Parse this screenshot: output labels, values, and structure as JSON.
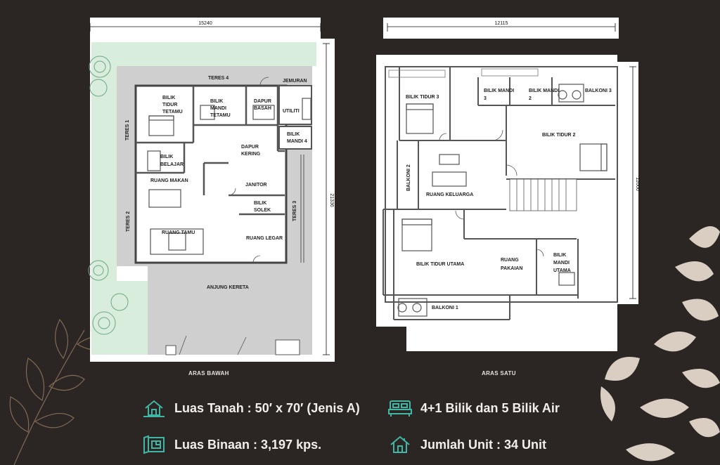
{
  "colors": {
    "background": "#2b2624",
    "accent": "#3fb7a4",
    "wall": "#555555",
    "floor_gray": "#cfcfcf",
    "garden": "#d8eddc"
  },
  "ground_floor": {
    "label": "ARAS BAWAH",
    "dim_width": "15240",
    "dim_height": "21336",
    "rooms": {
      "teres4": "TERES 4",
      "jemuran": "JEMURAN",
      "bilik_tidur_tetamu_1": "BILIK",
      "bilik_tidur_tetamu_2": "TIDUR",
      "bilik_tidur_tetamu_3": "TETAMU",
      "bilik_mandi_tetamu_1": "BILIK",
      "bilik_mandi_tetamu_2": "MANDI",
      "bilik_mandi_tetamu_3": "TETAMU",
      "dapur_basah_1": "DAPUR",
      "dapur_basah_2": "BASAH",
      "utiliti": "UTILITI",
      "teres1": "TERES 1",
      "bilik_mandi4_1": "BILIK",
      "bilik_mandi4_2": "MANDI 4",
      "dapur_kering_1": "DAPUR",
      "dapur_kering_2": "KERING",
      "bilik_belajar_1": "BILIK",
      "bilik_belajar_2": "BELAJAR",
      "janitor": "JANITOR",
      "ruang_makan": "RUANG MAKAN",
      "bilik_solek_1": "BILIK",
      "bilik_solek_2": "SOLEK",
      "teres3": "TERES 3",
      "teres2": "TERES 2",
      "ruang_tamu": "RUANG TAMU",
      "ruang_legar": "RUANG LEGAR",
      "anjung_kereta": "ANJUNG KERETA"
    }
  },
  "first_floor": {
    "label": "ARAS SATU",
    "dim_width": "12115",
    "dim_height": "12000",
    "rooms": {
      "bilik_tidur3": "BILIK TIDUR 3",
      "bilik_mandi3_1": "BILIK MANDI",
      "bilik_mandi3_2": "3",
      "bilik_mandi2_1": "BILIK MANDI",
      "bilik_mandi2_2": "2",
      "balkoni3": "BALKONI 3",
      "bilik_tidur2": "BILIK TIDUR 2",
      "balkoni2": "BALKONI 2",
      "ruang_keluarga": "RUANG KELUARGA",
      "bilik_tidur_utama": "BILIK TIDUR UTAMA",
      "ruang_pakaian_1": "RUANG",
      "ruang_pakaian_2": "PAKAIAN",
      "bilik_mandi_utama_1": "BILIK",
      "bilik_mandi_utama_2": "MANDI",
      "bilik_mandi_utama_3": "UTAMA",
      "balkoni1": "BALKONI 1"
    }
  },
  "features": [
    {
      "icon": "house-land-icon",
      "text": "Luas Tanah : 50′ x 70′ (Jenis A)"
    },
    {
      "icon": "bed-icon",
      "text": "4+1 Bilik dan 5 Bilik Air"
    },
    {
      "icon": "floor-plan-icon",
      "text": "Luas Binaan : 3,197 kps."
    },
    {
      "icon": "house-unit-icon",
      "text": "Jumlah Unit : 34 Unit"
    }
  ]
}
